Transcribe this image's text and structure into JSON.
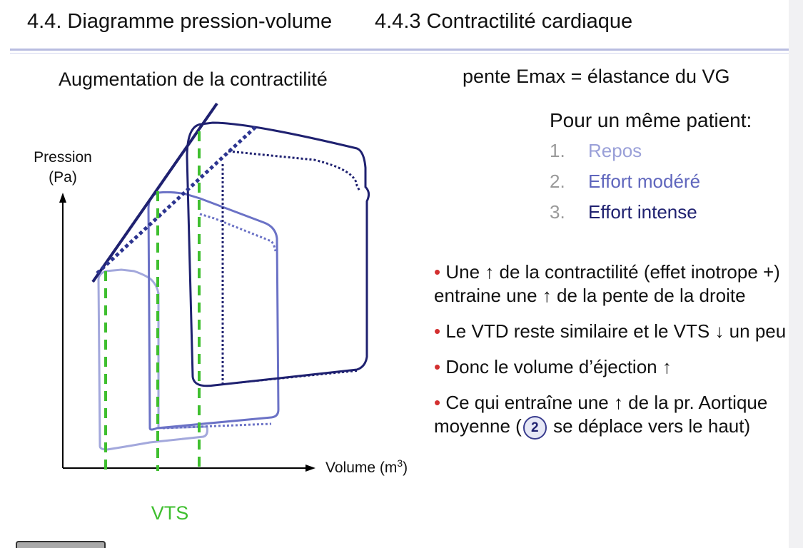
{
  "header": {
    "section": "4.4. Diagramme pression-volume",
    "subsection": "4.4.3 Contractilité cardiaque"
  },
  "diagram": {
    "title": "Augmentation de la contractilité",
    "y_axis_label_1": "Pression",
    "y_axis_label_2": "(Pa)",
    "x_axis_label": "Volume (m",
    "x_axis_exponent": "3",
    "x_axis_label_end": ")",
    "vts_label": "VTS"
  },
  "right": {
    "emax": "pente Emax = élastance du VG",
    "pour": "Pour un même patient:",
    "legend": [
      {
        "num": "1.",
        "label": "Repos",
        "color": "#9aa0d8"
      },
      {
        "num": "2.",
        "label": "Effort modéré",
        "color": "#5f66bd"
      },
      {
        "num": "3.",
        "label": "Effort intense",
        "color": "#1f2170"
      }
    ]
  },
  "bullets": [
    {
      "text": "Une ↑ de la contractilité (effet inotrope +) entraine une ↑ de la pente de la droite"
    },
    {
      "text": "Le VTD reste similaire et le VTS ↓ un peu"
    },
    {
      "text": "Donc le volume d’éjection ↑"
    },
    {
      "text_before": "Ce qui entraîne une ↑ de la pr. Aortique moyenne (",
      "badge": "2",
      "text_after": "se déplace vers le haut)"
    }
  ],
  "colors": {
    "dot": "#d32f2f",
    "green": "#3fbf2f",
    "repos": "#a3a8dc",
    "modere": "#6b72c6",
    "intense": "#1f2170"
  }
}
